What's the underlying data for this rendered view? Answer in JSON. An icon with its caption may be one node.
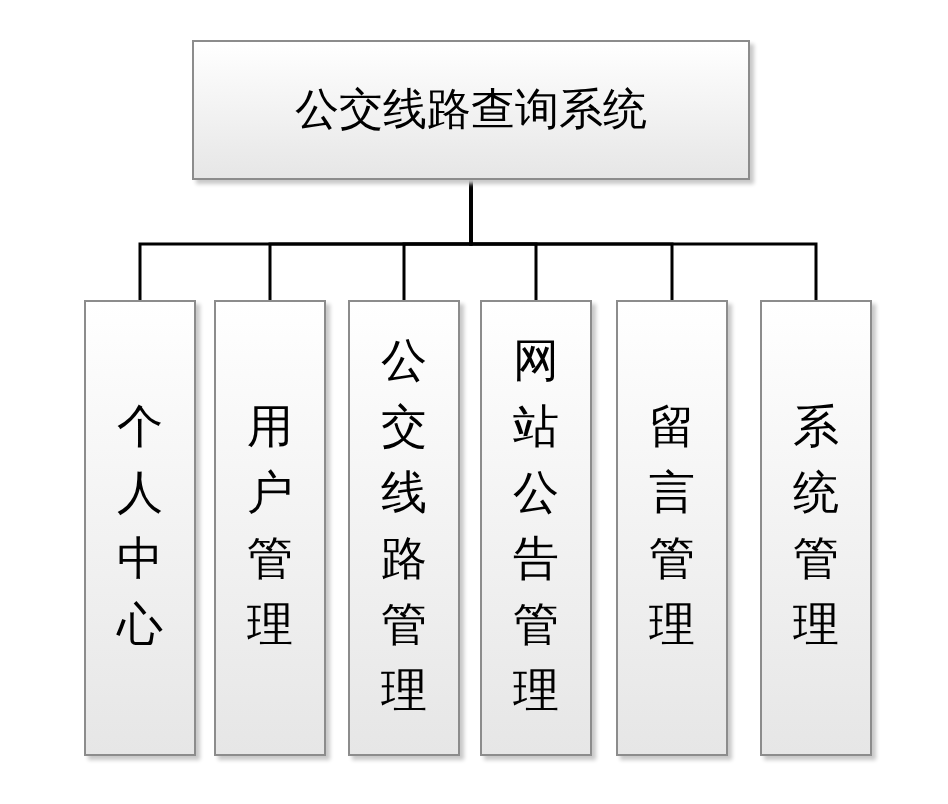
{
  "diagram": {
    "nodes": [
      {
        "text": [
          "公交线路查询系统"
        ]
      },
      {
        "text": [
          "个人中心"
        ]
      },
      {
        "text": [
          "用户管理"
        ]
      },
      {
        "text": [
          "公交线路管理"
        ]
      },
      {
        "text": [
          "网站公告管理"
        ]
      },
      {
        "text": [
          "留言管理"
        ]
      },
      {
        "text": [
          "系统管理"
        ]
      }
    ],
    "edges": [
      {
        "from": 0,
        "to": 1,
        "arrow": "none"
      },
      {
        "from": 0,
        "to": 2,
        "arrow": "none"
      },
      {
        "from": 0,
        "to": 3,
        "arrow": "none"
      },
      {
        "from": 0,
        "to": 4,
        "arrow": "none"
      },
      {
        "from": 0,
        "to": 5,
        "arrow": "none"
      },
      {
        "from": 0,
        "to": 6,
        "arrow": "none"
      }
    ]
  }
}
